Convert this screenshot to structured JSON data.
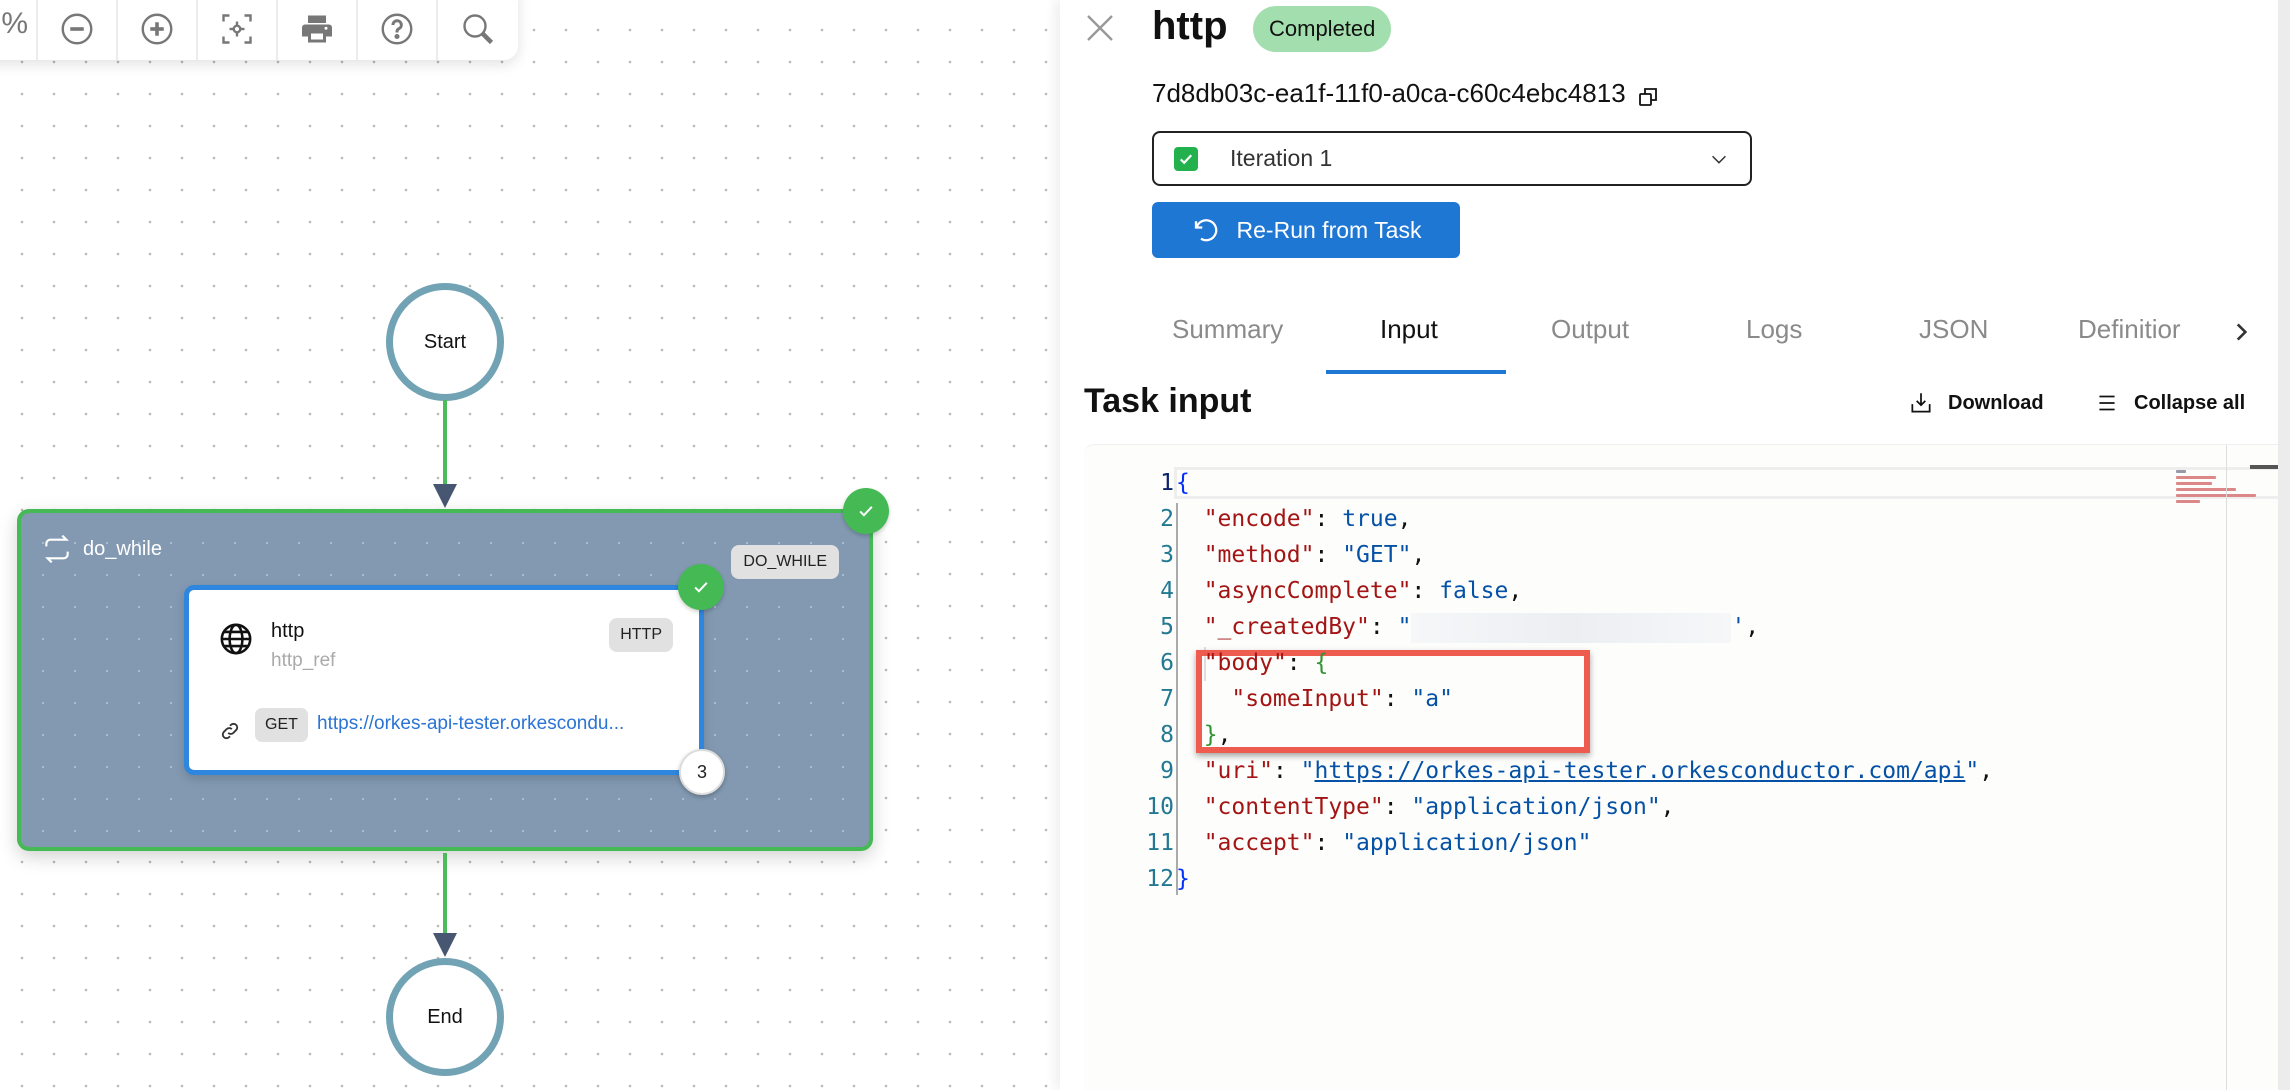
{
  "toolbar": {
    "zoom_value": "%",
    "buttons": [
      {
        "name": "zoom-out",
        "icon": "minus-circle-icon"
      },
      {
        "name": "zoom-in",
        "icon": "plus-circle-icon"
      },
      {
        "name": "fit-to-screen",
        "icon": "focus-icon"
      },
      {
        "name": "print",
        "icon": "printer-icon"
      },
      {
        "name": "help",
        "icon": "question-circle-icon"
      },
      {
        "name": "search",
        "icon": "search-icon"
      }
    ]
  },
  "diagram": {
    "start_label": "Start",
    "end_label": "End",
    "do_while": {
      "name": "do_while",
      "type_tag": "DO_WHILE",
      "status": "completed"
    },
    "task": {
      "name": "http",
      "ref": "http_ref",
      "type_tag": "HTTP",
      "method": "GET",
      "url": "https://orkes-api-tester.orkescondu...",
      "iteration_count": "3",
      "status": "completed"
    },
    "colors": {
      "success": "#45b954",
      "task_border": "#2f86de",
      "loop_bg": "#8299b1",
      "terminal_ring": "#71a3b4"
    }
  },
  "panel": {
    "title": "http",
    "status_badge": "Completed",
    "execution_id": "7d8db03c-ea1f-11f0-a0ca-c60c4ebc4813",
    "iteration_select": {
      "selected": "Iteration 1"
    },
    "rerun_button": "Re-Run from Task",
    "tabs": [
      {
        "label": "Summary",
        "active": false
      },
      {
        "label": "Input",
        "active": true
      },
      {
        "label": "Output",
        "active": false
      },
      {
        "label": "Logs",
        "active": false
      },
      {
        "label": "JSON",
        "active": false
      },
      {
        "label": "Definitior",
        "active": false
      }
    ],
    "section_title": "Task input",
    "actions": {
      "download": "Download",
      "collapse_all": "Collapse all"
    },
    "editor": {
      "line_numbers": [
        "1",
        "2",
        "3",
        "4",
        "5",
        "6",
        "7",
        "8",
        "9",
        "10",
        "11",
        "12"
      ],
      "lines": {
        "l1_open": "{",
        "l2_key": "\"encode\"",
        "l2_val": "true",
        "l3_key": "\"method\"",
        "l3_val": "\"GET\"",
        "l4_key": "\"asyncComplete\"",
        "l4_val": "false",
        "l5_key": "\"_createdBy\"",
        "l5_val_open": "\"",
        "l5_val_close": "'",
        "l6_key": "\"body\"",
        "l6_open": "{",
        "l7_key": "\"someInput\"",
        "l7_val": "\"a\"",
        "l8_close": "}",
        "l9_key": "\"uri\"",
        "l9_q": "\"",
        "l9_url": "https://orkes-api-tester.orkesconductor.com/api",
        "l10_key": "\"contentType\"",
        "l10_val": "\"application/json\"",
        "l11_key": "\"accept\"",
        "l11_val": "\"application/json\"",
        "l12_close": "}"
      }
    },
    "accent_color": "#1f77d4",
    "highlight_color": "#ee5c4f"
  }
}
